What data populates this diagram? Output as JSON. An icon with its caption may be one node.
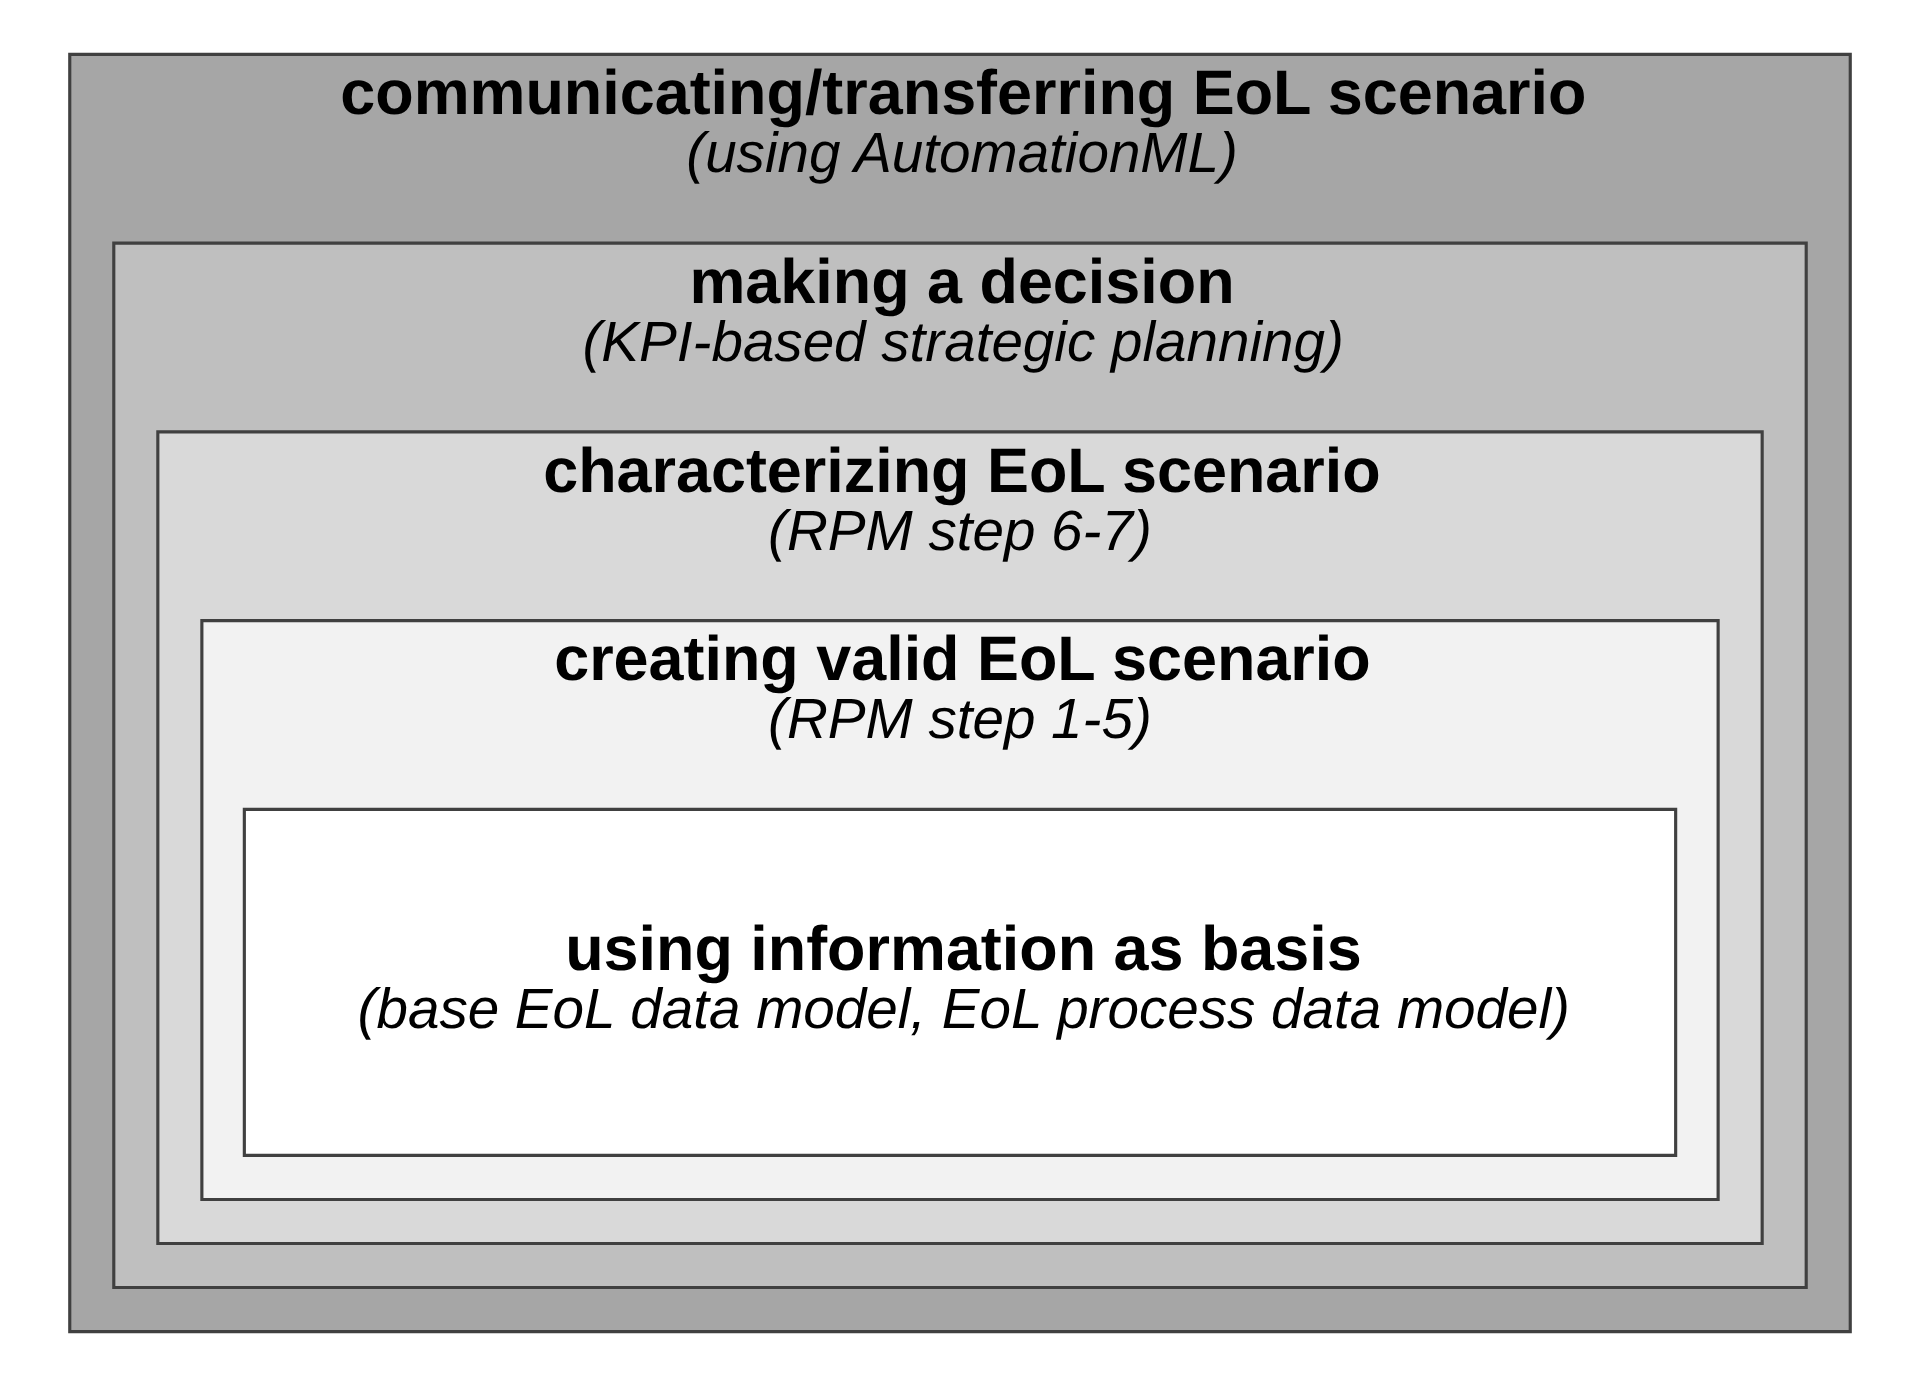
{
  "diagram": {
    "nodes": [
      {
        "text": [
          "communicating/transferring EoL scenario",
          "(using AutomationML)"
        ]
      },
      {
        "text": [
          "making a decision",
          "(KPI-based strategic planning)"
        ],
        "in": 0
      },
      {
        "text": [
          "characterizing EoL scenario",
          "(RPM step 6-7)"
        ],
        "in": 1
      },
      {
        "text": [
          "creating valid EoL scenario",
          "(RPM step 1-5)"
        ],
        "in": 2
      },
      {
        "text": [
          "using information as basis",
          "(base EoL data model, EoL process data model)"
        ],
        "in": 3
      }
    ]
  }
}
